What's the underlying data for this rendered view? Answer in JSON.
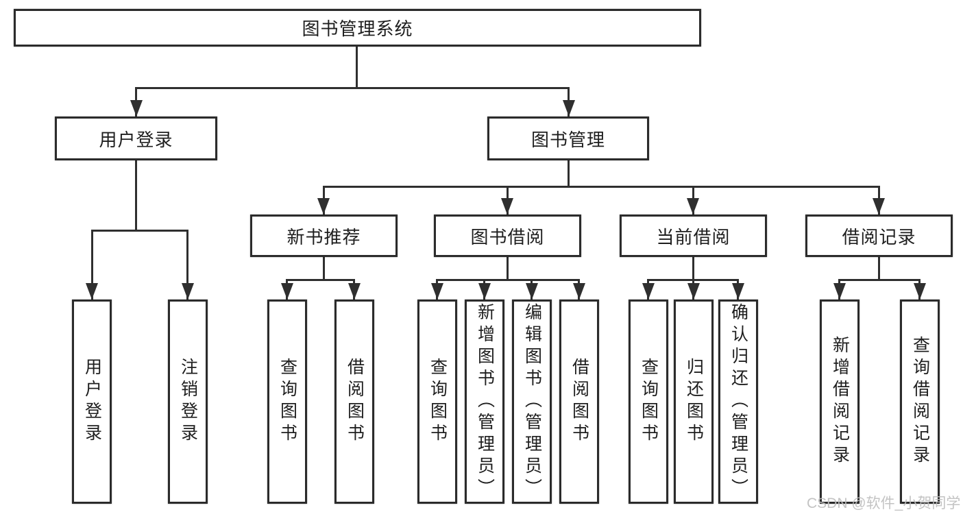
{
  "diagram_type": "tree",
  "tree": {
    "label": "图书管理系统",
    "children": [
      {
        "label": "用户登录",
        "children": [
          {
            "label": "用户登录"
          },
          {
            "label": "注销登录"
          }
        ]
      },
      {
        "label": "图书管理",
        "children": [
          {
            "label": "新书推荐",
            "children": [
              {
                "label": "查询图书"
              },
              {
                "label": "借阅图书"
              }
            ]
          },
          {
            "label": "图书借阅",
            "children": [
              {
                "label": "查询图书"
              },
              {
                "label": "新增图书（管理员）"
              },
              {
                "label": "编辑图书（管理员）"
              },
              {
                "label": "借阅图书"
              }
            ]
          },
          {
            "label": "当前借阅",
            "children": [
              {
                "label": "查询图书"
              },
              {
                "label": "归还图书"
              },
              {
                "label": "确认归还（管理员）"
              }
            ]
          },
          {
            "label": "借阅记录",
            "children": [
              {
                "label": "新增借阅记录"
              },
              {
                "label": "查询借阅记录"
              }
            ]
          }
        ]
      }
    ]
  },
  "watermark": "CSDN @软件_小贺同学",
  "colors": {
    "line": "#2f2f2f",
    "box_border": "#2b2b2b",
    "box_fill": "#ffffff",
    "text": "#1e1e1e",
    "watermark": "#bebebe"
  }
}
